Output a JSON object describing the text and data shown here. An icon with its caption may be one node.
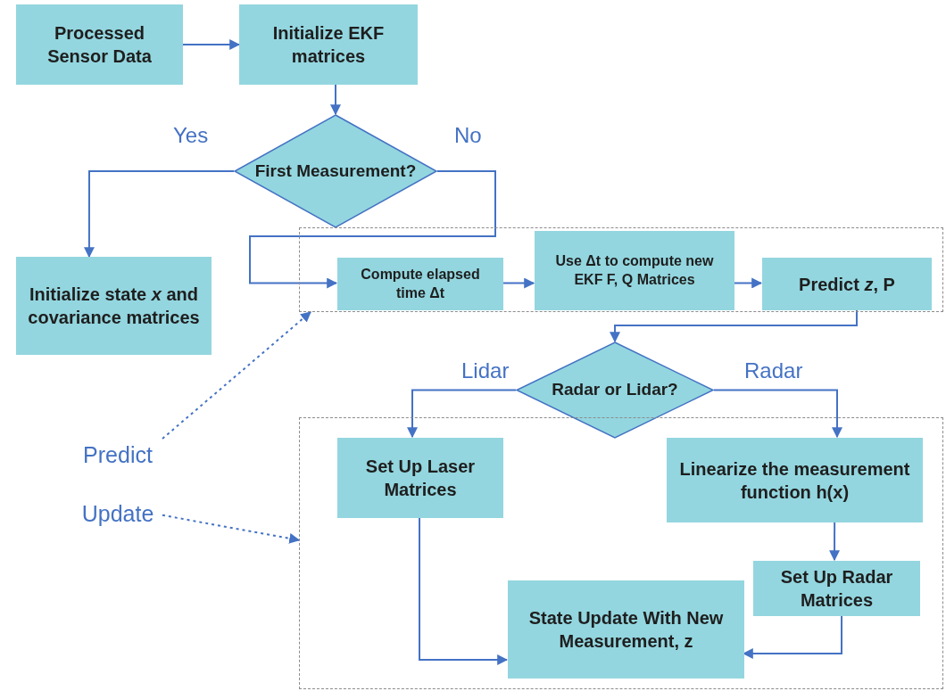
{
  "diagram": {
    "nodes": [
      {
        "text": [
          "Processed Sensor Data"
        ]
      },
      {
        "text": [
          "Initialize EKF matrices"
        ]
      },
      {
        "text": [
          "First Measurement?"
        ]
      },
      {
        "text": [
          "Initialize state *x* and covariance matrices"
        ]
      },
      {
        "text": [],
        "shape": "box"
      },
      {
        "text": [
          "Compute elapsed time Δt"
        ],
        "in": 4
      },
      {
        "text": [
          "Use Δt to compute new EKF F, Q Matrices"
        ],
        "in": 4
      },
      {
        "text": [
          "Predict *z*, P"
        ],
        "in": 4
      },
      {
        "text": [
          "Radar or Lidar?"
        ]
      },
      {
        "text": [],
        "shape": "box"
      },
      {
        "text": [
          "Set Up Laser Matrices"
        ],
        "in": 9
      },
      {
        "text": [
          "Linearize the measurement function h(x)"
        ],
        "in": 9
      },
      {
        "text": [
          "Set Up Radar Matrices"
        ],
        "in": 9
      },
      {
        "text": [
          "State Update With New Measurement, z"
        ],
        "in": 9
      },
      {
        "text": [
          "Predict"
        ]
      },
      {
        "text": [
          "Update"
        ]
      }
    ],
    "edges": [
      {
        "from": 0,
        "to": 1,
        "arrow": "to"
      },
      {
        "from": 1,
        "to": 2,
        "arrow": "to"
      },
      {
        "from": 2,
        "to": 3,
        "arrow": "to",
        "label": "Yes"
      },
      {
        "from": 2,
        "to": 5,
        "arrow": "to",
        "label": "No"
      },
      {
        "from": 5,
        "to": 6,
        "arrow": "to"
      },
      {
        "from": 6,
        "to": 7,
        "arrow": "to"
      },
      {
        "from": 7,
        "to": 8,
        "arrow": "to"
      },
      {
        "from": 8,
        "to": 10,
        "arrow": "to",
        "label": "Lidar"
      },
      {
        "from": 8,
        "to": 11,
        "arrow": "to",
        "label": "Radar"
      },
      {
        "from": 11,
        "to": 12,
        "arrow": "to"
      },
      {
        "from": 10,
        "to": 13,
        "arrow": "to"
      },
      {
        "from": 12,
        "to": 13,
        "arrow": "to"
      },
      {
        "from": 14,
        "to": 4,
        "arrow": "to",
        "style": "dashed"
      },
      {
        "from": 15,
        "to": 9,
        "arrow": "to",
        "style": "dashed"
      }
    ]
  }
}
